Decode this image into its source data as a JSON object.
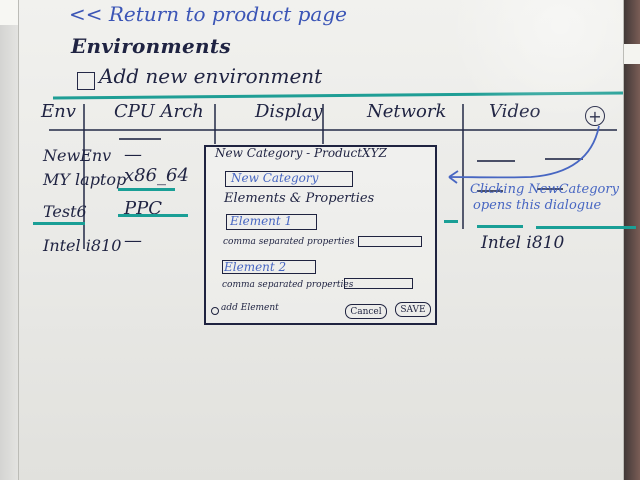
{
  "page": {
    "return_link": "<< Return to product page",
    "environments_title": "Environments",
    "add_environment": "Add new environment"
  },
  "table": {
    "headers": [
      "Env",
      "CPU Arch",
      "Display",
      "Network",
      "Video"
    ],
    "rows": [
      {
        "env": "NewEnv",
        "cpu": "—"
      },
      {
        "env": "MY laptop",
        "cpu": "x86_64"
      },
      {
        "env": "Test6",
        "cpu": "PPC"
      },
      {
        "env": "Intel i810",
        "cpu": "—"
      }
    ]
  },
  "annotation": {
    "line1": "Clicking NewCategory",
    "line2": "opens this dialogue"
  },
  "dialog": {
    "title": "New Category - ProductXYZ",
    "new_category": "New Category",
    "elements_properties": "Elements & Properties",
    "element_1": "Element 1",
    "comma_properties_1": "comma separated properties",
    "element_2": "Element 2",
    "comma_properties_2": "comma separated properties",
    "add_element": "add Element",
    "cancel": "Cancel",
    "save": "SAVE"
  },
  "video_value": "Intel i810",
  "colors": {
    "ink": "#1f2342",
    "blue_ink": "#3b55b6",
    "teal": "#1a9f96",
    "board": "#ecebe8"
  },
  "icons": {
    "plus_box": "plus-box-icon",
    "plus_circle": "plus-circle-icon",
    "arrow": "curved-arrow-icon"
  }
}
